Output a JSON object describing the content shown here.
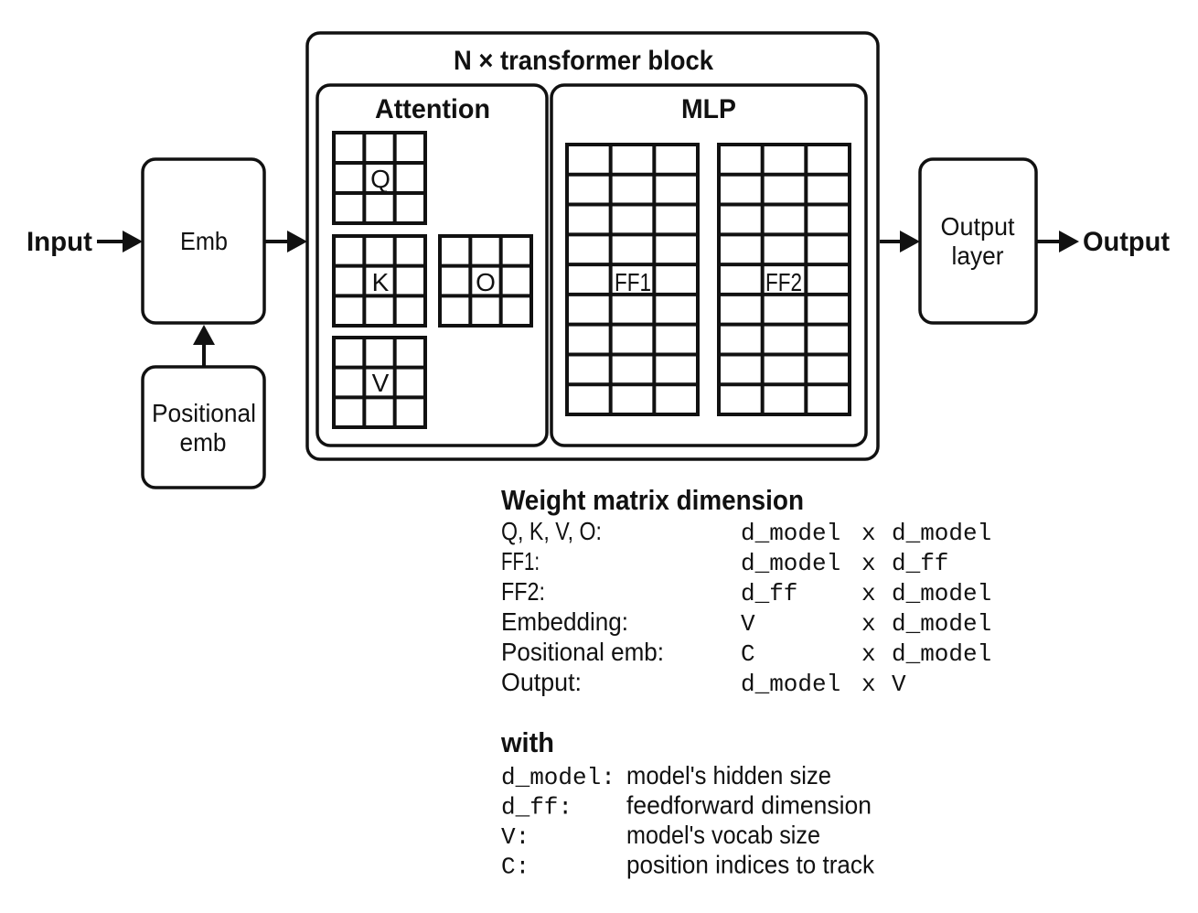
{
  "diagram": {
    "input_label": "Input",
    "output_label": "Output",
    "emb_label": "Emb",
    "positional_emb_label": [
      "Positional",
      "emb"
    ],
    "output_layer_label": [
      "Output",
      "layer"
    ],
    "block_title": "N × transformer block",
    "attention_title": "Attention",
    "mlp_title": "MLP",
    "matrices": {
      "q": "Q",
      "k": "K",
      "o": "O",
      "v": "V",
      "ff1": "FF1",
      "ff2": "FF2"
    }
  },
  "weight_table": {
    "title": "Weight matrix dimension",
    "rows": [
      {
        "label": "Q, K, V, O:",
        "rows_dim": "d_model",
        "x": "x",
        "cols_dim": "d_model"
      },
      {
        "label": "FF1:",
        "rows_dim": "d_model",
        "x": "x",
        "cols_dim": "d_ff"
      },
      {
        "label": "FF2:",
        "rows_dim": "d_ff",
        "x": "x",
        "cols_dim": "d_model"
      },
      {
        "label": "Embedding:",
        "rows_dim": "V",
        "x": "x",
        "cols_dim": "d_model"
      },
      {
        "label": "Positional emb:",
        "rows_dim": "C",
        "x": "x",
        "cols_dim": "d_model"
      },
      {
        "label": "Output:",
        "rows_dim": "d_model",
        "x": "x",
        "cols_dim": "V"
      }
    ]
  },
  "legend": {
    "title": "with",
    "items": [
      {
        "symbol": "d_model:",
        "desc": "model's hidden size"
      },
      {
        "symbol": "d_ff:",
        "desc": "feedforward dimension"
      },
      {
        "symbol": "V:",
        "desc": "model's vocab size"
      },
      {
        "symbol": "C:",
        "desc": "position indices to track"
      }
    ]
  }
}
